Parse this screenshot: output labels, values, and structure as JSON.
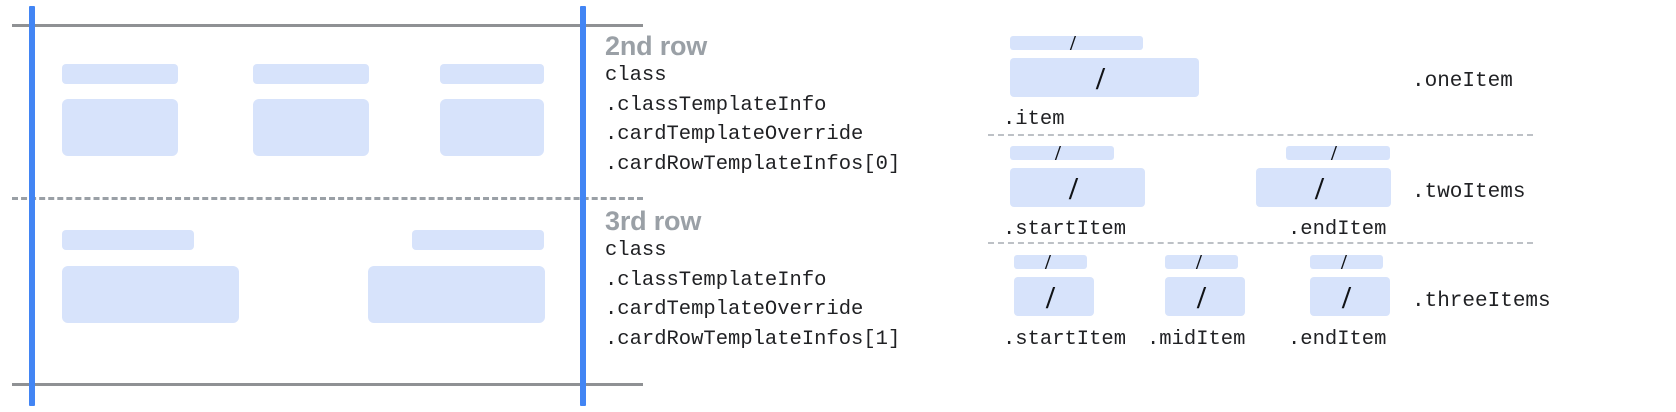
{
  "colors": {
    "placeholder_fill": "#d7e3fb",
    "guide_blue": "#4285f4",
    "rule_gray": "#8f9194",
    "dash_gray": "#9aa0a6",
    "dotted_gray": "#bdc1c6",
    "heading_gray": "#9aa0a6",
    "code_text": "#202124",
    "slash_black": "#111316",
    "background": "#ffffff"
  },
  "left_panel": {
    "name": "card-rows-schematic",
    "row_2": {
      "columns": 3,
      "cells": [
        {
          "bar": true,
          "block": true
        },
        {
          "bar": true,
          "block": true
        },
        {
          "bar": true,
          "block": true
        }
      ]
    },
    "row_3": {
      "columns": 2,
      "cells": [
        {
          "bar": true,
          "block": true
        },
        {
          "bar": true,
          "block": true
        }
      ]
    }
  },
  "annotations": [
    {
      "title": "2nd row",
      "lines": [
        "class",
        ".classTemplateInfo",
        ".cardTemplateOverride",
        ".cardRowTemplateInfos[0]"
      ]
    },
    {
      "title": "3rd row",
      "lines": [
        "class",
        ".classTemplateInfo",
        ".cardTemplateOverride",
        ".cardRowTemplateInfos[1]"
      ]
    }
  ],
  "item_anatomy": {
    "slash_glyph": "/",
    "groups": [
      {
        "group_label": ".oneItem",
        "slots": [
          {
            "label": ".item"
          }
        ]
      },
      {
        "group_label": ".twoItems",
        "slots": [
          {
            "label": ".startItem"
          },
          {
            "label": ".endItem"
          }
        ]
      },
      {
        "group_label": ".threeItems",
        "slots": [
          {
            "label": ".startItem"
          },
          {
            "label": ".midItem"
          },
          {
            "label": ".endItem"
          }
        ]
      }
    ]
  }
}
